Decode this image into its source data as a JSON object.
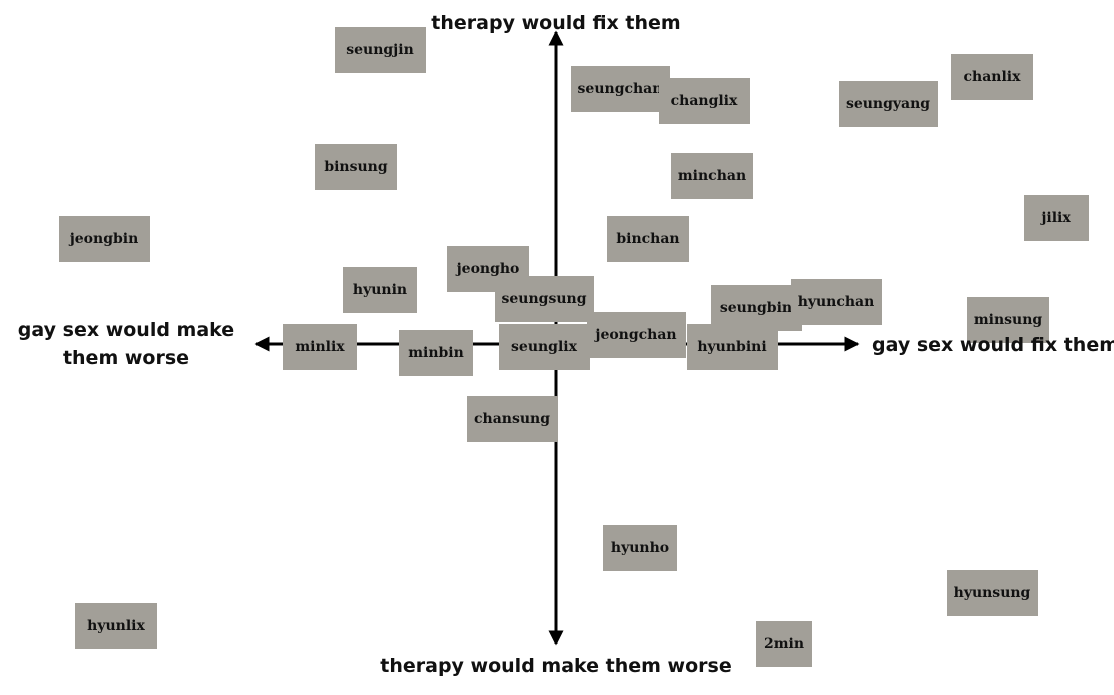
{
  "colors": {
    "tag_background": "#a29f98",
    "axis_line": "#000000",
    "text": "#111111",
    "background": "#ffffff"
  },
  "axes": {
    "top": "therapy would fix them",
    "bottom": "therapy would make them worse",
    "left_line1": "gay sex would make",
    "left_line2": "them worse",
    "right": "gay sex would fix them"
  },
  "chart_data": {
    "type": "scatter",
    "x_axis": {
      "negative": "gay sex would make them worse",
      "positive": "gay sex would fix them"
    },
    "y_axis": {
      "negative": "therapy would make them worse",
      "positive": "therapy would fix them"
    },
    "points": [
      {
        "label": "seungjin",
        "x": -4.4,
        "y": 9.8
      },
      {
        "label": "seungchan",
        "x": 1.6,
        "y": 8.5
      },
      {
        "label": "changlix",
        "x": 3.7,
        "y": 8.1
      },
      {
        "label": "seungyang",
        "x": 8.3,
        "y": 8.0
      },
      {
        "label": "chanlix",
        "x": 10.9,
        "y": 8.9
      },
      {
        "label": "binsung",
        "x": -5.0,
        "y": 5.9
      },
      {
        "label": "minchan",
        "x": 3.9,
        "y": 5.6
      },
      {
        "label": "jeongbin",
        "x": -11.3,
        "y": 3.5
      },
      {
        "label": "binchan",
        "x": 2.3,
        "y": 3.5
      },
      {
        "label": "jilix",
        "x": 12.5,
        "y": 4.2
      },
      {
        "label": "jeongho",
        "x": -1.7,
        "y": 2.5
      },
      {
        "label": "hyunin",
        "x": -4.4,
        "y": 1.8
      },
      {
        "label": "seungsung",
        "x": -0.3,
        "y": 1.5
      },
      {
        "label": "seungbin",
        "x": 5.0,
        "y": 1.2
      },
      {
        "label": "hyunchan",
        "x": 7.0,
        "y": 1.4
      },
      {
        "label": "minsung",
        "x": 11.3,
        "y": 0.8
      },
      {
        "label": "minlix",
        "x": -5.9,
        "y": -0.1
      },
      {
        "label": "minbin",
        "x": -3.0,
        "y": -0.3
      },
      {
        "label": "seunglix",
        "x": -0.3,
        "y": -0.1
      },
      {
        "label": "jeongchan",
        "x": 2.0,
        "y": 0.3
      },
      {
        "label": "hyunbini",
        "x": 4.4,
        "y": -0.1
      },
      {
        "label": "chansung",
        "x": -1.1,
        "y": -2.5
      },
      {
        "label": "hyunho",
        "x": 2.1,
        "y": -6.8
      },
      {
        "label": "hyunsung",
        "x": 10.9,
        "y": -8.3
      },
      {
        "label": "hyunlix",
        "x": -11.0,
        "y": -9.4
      },
      {
        "label": "2min",
        "x": 5.7,
        "y": -10.0
      }
    ]
  }
}
